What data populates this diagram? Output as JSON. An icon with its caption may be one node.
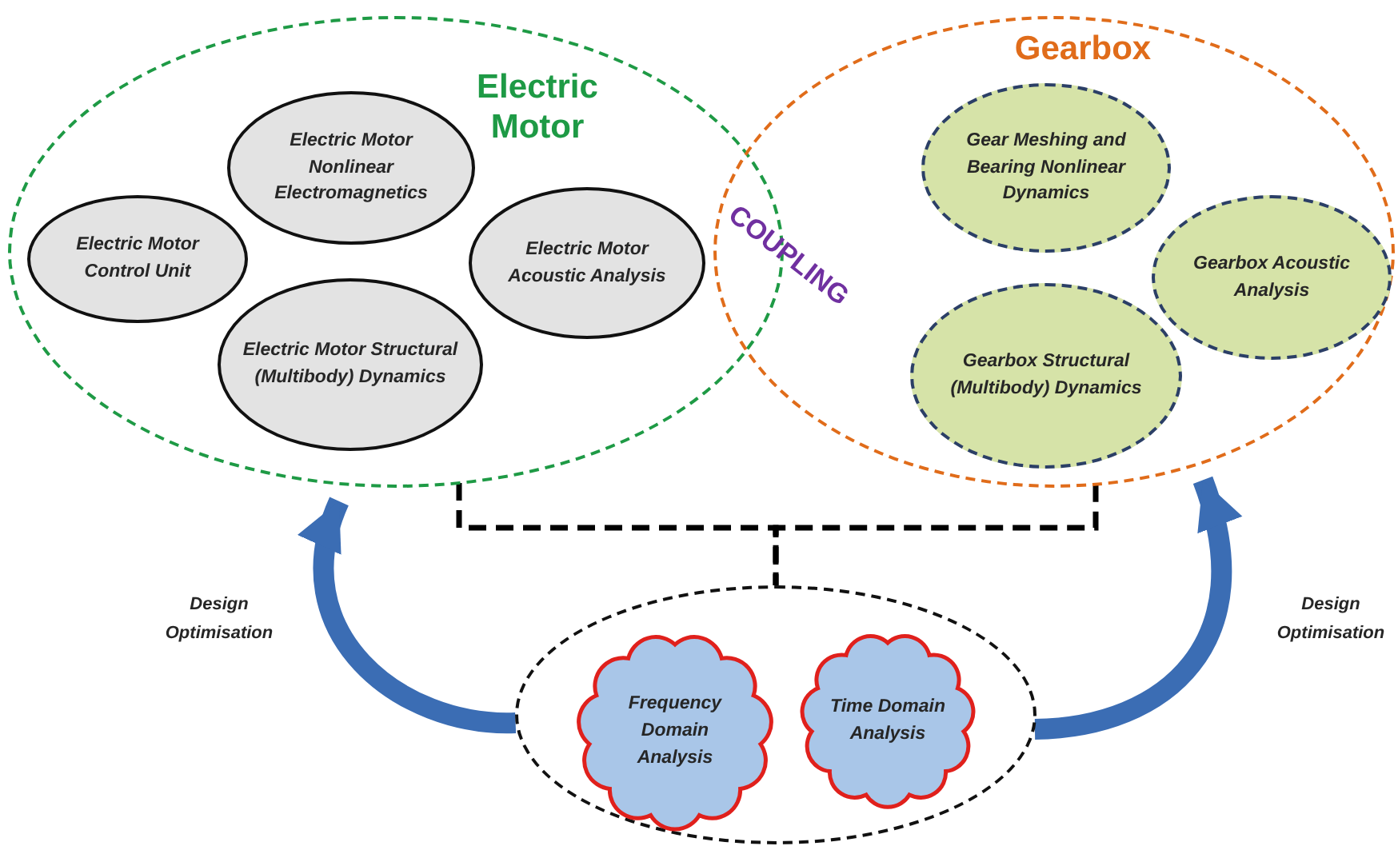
{
  "diagram": {
    "nodes": [
      {
        "text": [
          "Electric Motor"
        ]
      },
      {
        "text": [
          "Electric Motor Nonlinear Electromagnetics"
        ],
        "in": 0
      },
      {
        "text": [
          "Electric Motor Control Unit"
        ],
        "in": 0
      },
      {
        "text": [
          "Electric Motor Acoustic Analysis"
        ],
        "in": 0
      },
      {
        "text": [
          "Electric Motor Structural (Multibody) Dynamics"
        ],
        "in": 0
      },
      {
        "text": [
          "Gearbox"
        ]
      },
      {
        "text": [
          "Gear Meshing and Bearing Nonlinear Dynamics"
        ],
        "in": 5
      },
      {
        "text": [
          "Gearbox Acoustic Analysis"
        ],
        "in": 5
      },
      {
        "text": [
          "Gearbox Structural (Multibody) Dynamics"
        ],
        "in": 5
      },
      {
        "text": [],
        "shape": "circle"
      },
      {
        "text": [
          "Frequency Domain Analysis"
        ],
        "in": 9
      },
      {
        "text": [
          "Time Domain Analysis"
        ],
        "in": 9
      }
    ],
    "edges": [
      {
        "from": 0,
        "to": 9,
        "arrow": "none",
        "style": "dashed",
        "color": "#000000"
      },
      {
        "from": 5,
        "to": 9,
        "arrow": "none",
        "style": "dashed",
        "color": "#000000"
      },
      {
        "from": 9,
        "to": 0,
        "arrow": "to",
        "style": "thick",
        "color": "#3b6db4",
        "label": "Design Optimisation"
      },
      {
        "from": 9,
        "to": 5,
        "arrow": "to",
        "style": "thick",
        "color": "#3b6db4",
        "label": "Design Optimisation"
      }
    ],
    "labels": [
      "COUPLING"
    ]
  }
}
